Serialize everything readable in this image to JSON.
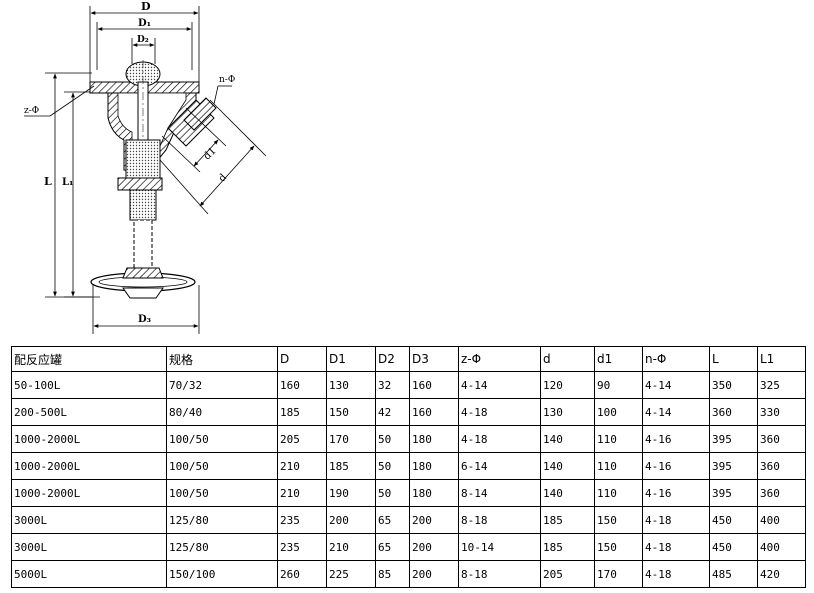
{
  "drawing": {
    "dim_D": "D",
    "dim_D1": "D₁",
    "dim_D2": "D₂",
    "dim_D3": "D₃",
    "dim_L": "L",
    "dim_L1": "L₁",
    "dim_d": "d",
    "dim_d1": "d1",
    "label_n_phi": "n-Φ",
    "label_z_phi": "z-Φ"
  },
  "table": {
    "headers": [
      "配反应罐",
      "规格",
      "D",
      "D1",
      "D2",
      "D3",
      "z-Φ",
      "d",
      "d1",
      "n-Φ",
      "L",
      "L1"
    ],
    "rows": [
      [
        "50-100L",
        "70/32",
        "160",
        "130",
        "32",
        "160",
        "4-14",
        "120",
        "90",
        "4-14",
        "350",
        "325"
      ],
      [
        "200-500L",
        "80/40",
        "185",
        "150",
        "42",
        "160",
        "4-18",
        "130",
        "100",
        "4-14",
        "360",
        "330"
      ],
      [
        "1000-2000L",
        "100/50",
        "205",
        "170",
        "50",
        "180",
        "4-18",
        "140",
        "110",
        "4-16",
        "395",
        "360"
      ],
      [
        "1000-2000L",
        "100/50",
        "210",
        "185",
        "50",
        "180",
        "6-14",
        "140",
        "110",
        "4-16",
        "395",
        "360"
      ],
      [
        "1000-2000L",
        "100/50",
        "210",
        "190",
        "50",
        "180",
        "8-14",
        "140",
        "110",
        "4-16",
        "395",
        "360"
      ],
      [
        "3000L",
        "125/80",
        "235",
        "200",
        "65",
        "200",
        "8-18",
        "185",
        "150",
        "4-18",
        "450",
        "400"
      ],
      [
        "3000L",
        "125/80",
        "235",
        "210",
        "65",
        "200",
        "10-14",
        "185",
        "150",
        "4-18",
        "450",
        "400"
      ],
      [
        "5000L",
        "150/100",
        "260",
        "225",
        "85",
        "200",
        "8-18",
        "205",
        "170",
        "4-18",
        "485",
        "420"
      ]
    ]
  }
}
